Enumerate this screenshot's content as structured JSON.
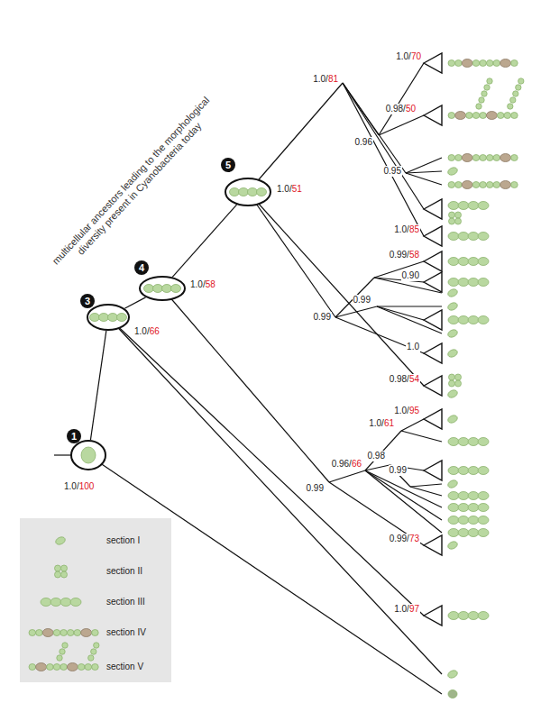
{
  "diagram": {
    "nodes": [
      {
        "text": [
          "1"
        ]
      },
      {
        "text": [
          "3"
        ]
      },
      {
        "text": [
          "4"
        ]
      },
      {
        "text": [
          "5"
        ]
      }
    ],
    "edges": [
      {
        "from": 0,
        "to": 1,
        "arrow": "none"
      },
      {
        "from": 1,
        "to": 2,
        "arrow": "none"
      },
      {
        "from": 2,
        "to": 3,
        "arrow": "none"
      }
    ],
    "labels": [
      "multicellular ancestors leading to the morphological diversity present in Cyanobacteria today",
      "1.0/",
      "70",
      "0.98/",
      "50",
      "0.96",
      "0.95",
      "1.0/",
      "81",
      "1.0/",
      "85",
      "0.99/",
      "58",
      "0.90",
      "0.99",
      "0.99",
      "1.0",
      "0.98/",
      "54",
      "1.0/",
      "51",
      "1.0/",
      "58",
      "1.0/",
      "66",
      "1.0/",
      "100",
      "1.0/",
      "95",
      "1.0/",
      "61",
      "0.98",
      "0.96/",
      "66",
      "0.99",
      "0.99",
      "0.99/",
      "73",
      "1.0/",
      "97"
    ],
    "legend": [
      {
        "text": "section I"
      },
      {
        "text": "section II"
      },
      {
        "text": "section III"
      },
      {
        "text": "section IV"
      },
      {
        "text": "section V"
      }
    ]
  }
}
